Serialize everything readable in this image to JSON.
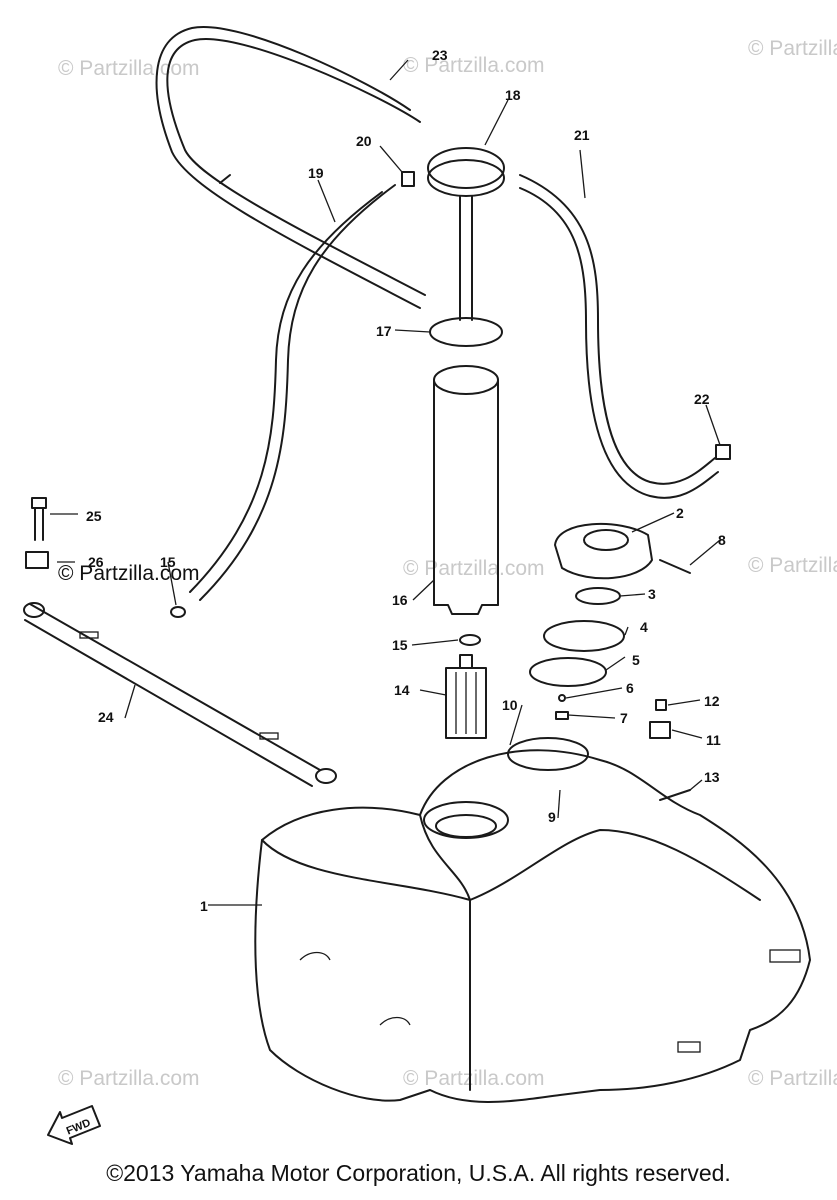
{
  "watermark_text": "© Partzilla.com",
  "copyright": "©2013 Yamaha Motor Corporation, U.S.A. All rights reserved.",
  "fwd_label": "FWD",
  "callouts": [
    "1",
    "2",
    "3",
    "4",
    "5",
    "6",
    "7",
    "8",
    "9",
    "10",
    "11",
    "12",
    "13",
    "14",
    "15",
    "16",
    "17",
    "18",
    "19",
    "20",
    "21",
    "22",
    "23",
    "24",
    "25",
    "26"
  ]
}
